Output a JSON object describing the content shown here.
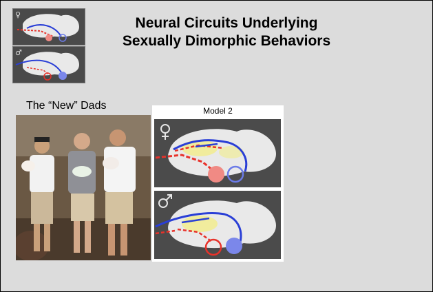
{
  "slide": {
    "title_line1": "Neural Circuits Underlying",
    "title_line2": "Sexually Dimorphic Behaviors",
    "subtitle": "The “New” Dads"
  },
  "model_figure": {
    "label": "Model 2"
  },
  "colors": {
    "slide_bg": "#dcdcdc",
    "panel_bg": "#4b4b4b",
    "brain": "#e9e9e9",
    "red_pathway": "#e8322a",
    "blue_pathway": "#2a3fd6",
    "yellow_region": "#f2ec8a"
  },
  "icons": {
    "female_symbol": "female-symbol-icon",
    "male_symbol": "male-symbol-icon"
  }
}
